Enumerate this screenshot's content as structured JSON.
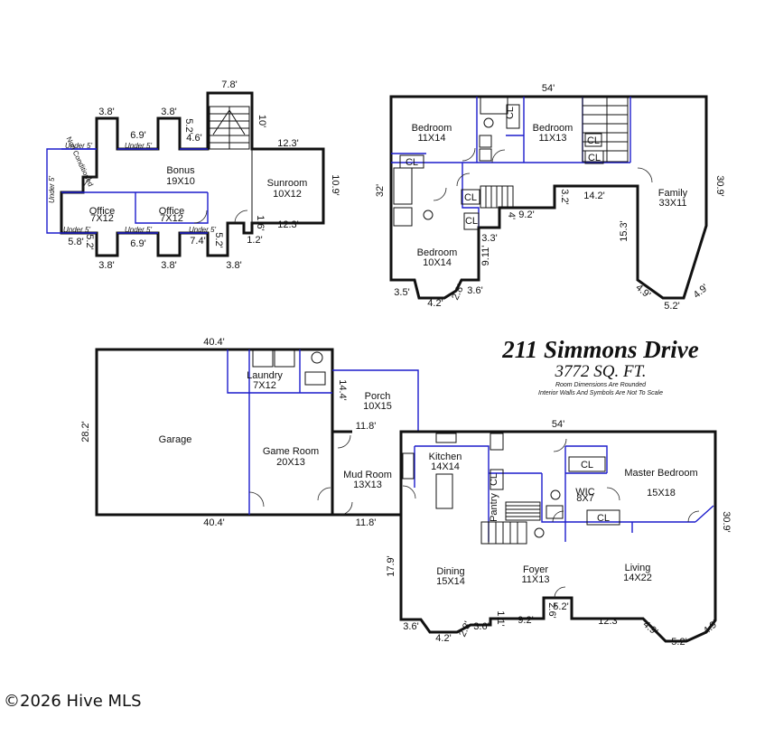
{
  "title": "211 Simmons Drive",
  "sqft": "3772 SQ. FT.",
  "notes": [
    "Room Dimensions Are Rounded",
    "Interior Walls And Symbols Are Not To Scale"
  ],
  "copyright": "©2026 Hive MLS",
  "bonus_level": {
    "rooms": [
      {
        "name": "Bonus",
        "size": "19X10"
      },
      {
        "name": "Sunroom",
        "size": "10X12"
      },
      {
        "name": "Office",
        "size": "7X12"
      },
      {
        "name": "Office",
        "size": "7X12"
      },
      {
        "name": "Non Conditioned",
        "size": ""
      }
    ],
    "dims": [
      "7.8'",
      "3.8'",
      "6.9'",
      "3.8'",
      "5.2'",
      "4.6'",
      "10'",
      "12.3'",
      "10.9'",
      "12.3'",
      "1.6'",
      "1.2'",
      "5.8'",
      "5.2'",
      "6.9'",
      "7.4'",
      "5.2'",
      "3.8'",
      "3.8'",
      "3.8'"
    ],
    "under": [
      "Under 5'",
      "Under 5'",
      "Under 5'",
      "Under 5'",
      "Under 5'",
      "Under 5'"
    ]
  },
  "upper_level": {
    "rooms": [
      {
        "name": "Bedroom",
        "size": "11X14"
      },
      {
        "name": "Bedroom",
        "size": "11X13"
      },
      {
        "name": "Family",
        "size": "33X11"
      },
      {
        "name": "Bedroom",
        "size": "10X14"
      }
    ],
    "closets": [
      "CL",
      "CL",
      "CL",
      "CL",
      "CL",
      "CL"
    ],
    "dims": [
      "54'",
      "32'",
      "30.9'",
      "14.2'",
      "3.2'",
      "9.2'",
      "4'",
      "15.3'",
      "3.3'",
      "9.11'",
      "3.5'",
      "4.2'",
      "2.8'",
      "3.6'",
      "4.9'",
      "5.2'",
      "4.9'"
    ]
  },
  "main_level": {
    "rooms": [
      {
        "name": "Garage",
        "size": ""
      },
      {
        "name": "Laundry",
        "size": "7X12"
      },
      {
        "name": "Game Room",
        "size": "20X13"
      },
      {
        "name": "Porch",
        "size": "10X15"
      },
      {
        "name": "Mud Room",
        "size": "13X13"
      },
      {
        "name": "Kitchen",
        "size": "14X14"
      },
      {
        "name": "Pantry",
        "size": ""
      },
      {
        "name": "WIC",
        "size": "8X7"
      },
      {
        "name": "Master Bedroom",
        "size": "15X18"
      },
      {
        "name": "Dining",
        "size": "15X14"
      },
      {
        "name": "Foyer",
        "size": "11X13"
      },
      {
        "name": "Living",
        "size": "14X22"
      }
    ],
    "closets": [
      "CL",
      "CL",
      "CL"
    ],
    "dims": [
      "40.4'",
      "28.2'",
      "40.4'",
      "14.4'",
      "11.8'",
      "11.8'",
      "54'",
      "30.9'",
      "17.9'",
      "3.6'",
      "4.2'",
      "2.8'",
      "3.6'",
      "1.1'",
      "9.2'",
      "2.6'",
      "5.2'",
      "12.3'",
      "4.9'",
      "5.2'",
      "4.9'"
    ]
  }
}
